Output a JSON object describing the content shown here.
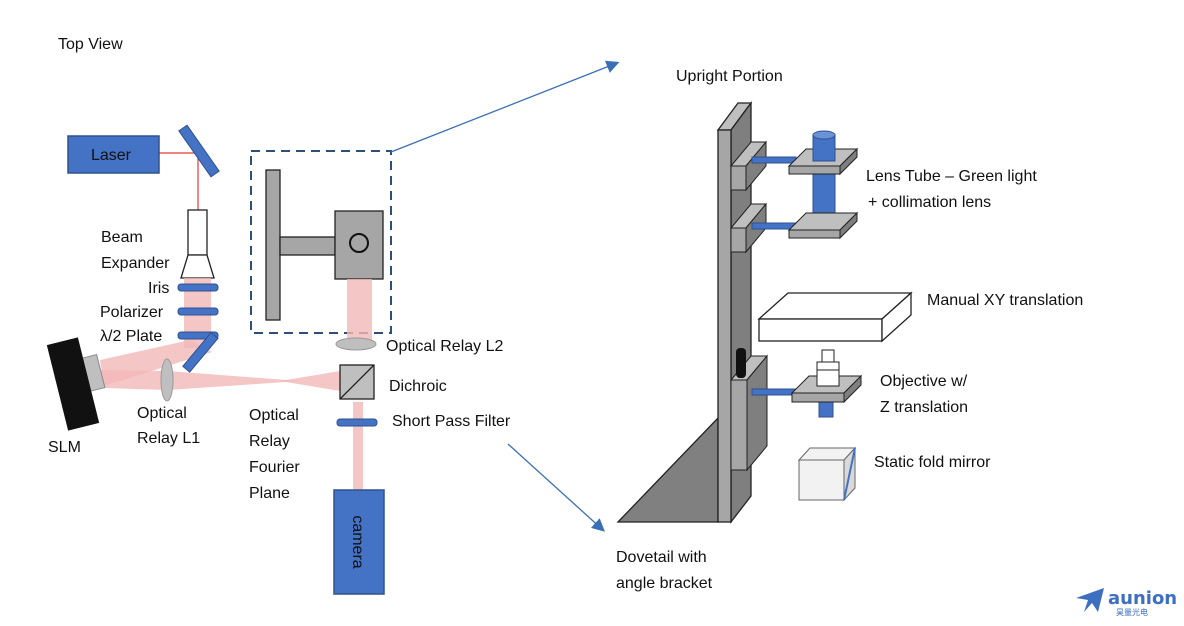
{
  "labels": {
    "top_view": "Top View",
    "laser": "Laser",
    "beam": "Beam",
    "expander": "Expander",
    "iris": "Iris",
    "polarizer": "Polarizer",
    "half_wave_plate": "λ/2 Plate",
    "slm": "SLM",
    "optical_relay_l1_line1": "Optical",
    "optical_relay_l1_line2": "Relay L1",
    "fourier_line1": "Optical",
    "fourier_line2": "Relay",
    "fourier_line3": "Fourier",
    "fourier_line4": "Plane",
    "optical_relay_l2": "Optical Relay L2",
    "dichroic": "Dichroic",
    "short_pass_filter": "Short Pass Filter",
    "camera": "camera",
    "upright_portion": "Upright Portion",
    "lens_tube_line1": "Lens Tube – Green light",
    "lens_tube_line2": "+ collimation lens",
    "manual_xy": "Manual XY translation",
    "objective_line1": "Objective w/",
    "objective_line2": "Z translation",
    "static_fold_mirror": "Static fold mirror",
    "dovetail_line1": "Dovetail with",
    "dovetail_line2": "angle bracket"
  },
  "logo": {
    "name": "aunion",
    "subtitle": "昊量光电"
  },
  "colors": {
    "component_blue": "#4472c4",
    "beam_pink": "#f2b8b8",
    "laser_line": "#e03a3a",
    "grey_part": "#a6a6a6",
    "dashed_box": "#2e4f7a",
    "arrow": "#3a6fb5"
  }
}
